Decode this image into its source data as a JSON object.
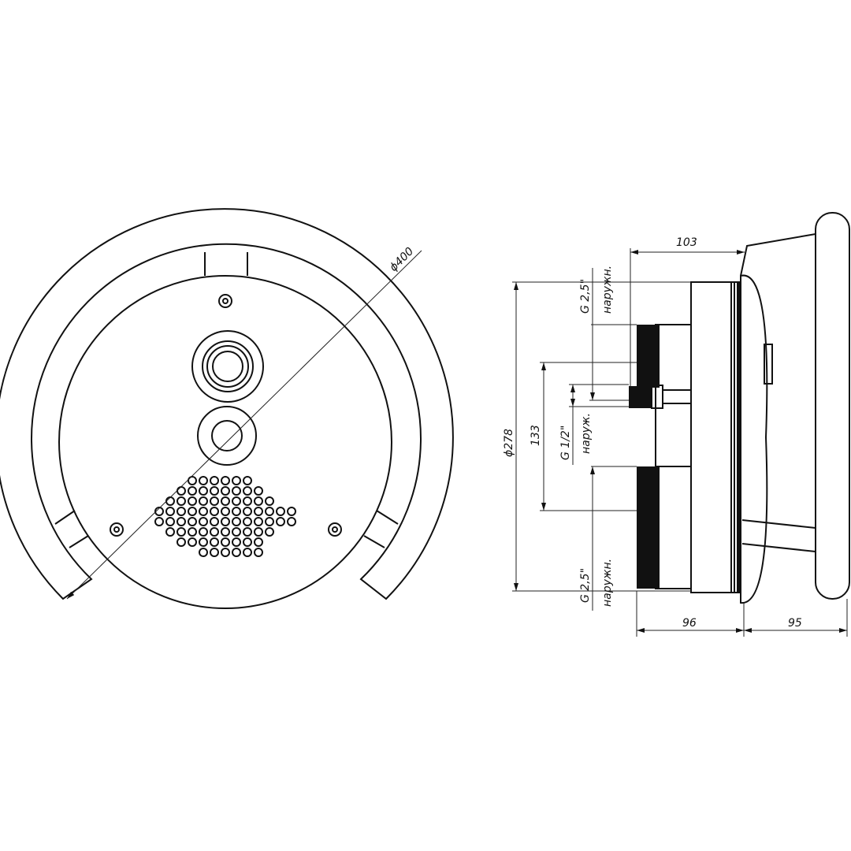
{
  "front_view": {
    "dia_outer": "ϕ400"
  },
  "side_view": {
    "depth_total": "103",
    "depth_body": "96",
    "depth_handle": "95",
    "dia_flange": "ϕ278",
    "spacing": "133",
    "thread_top": "G 2,5\"",
    "thread_top_note": "наружн.",
    "thread_mid": "G 1/2\"",
    "thread_mid_note": "наруж.",
    "thread_bot": "G 2,5\"",
    "thread_bot_note": "наружн."
  },
  "colors": {
    "line": "#111111",
    "background": "#ffffff"
  }
}
